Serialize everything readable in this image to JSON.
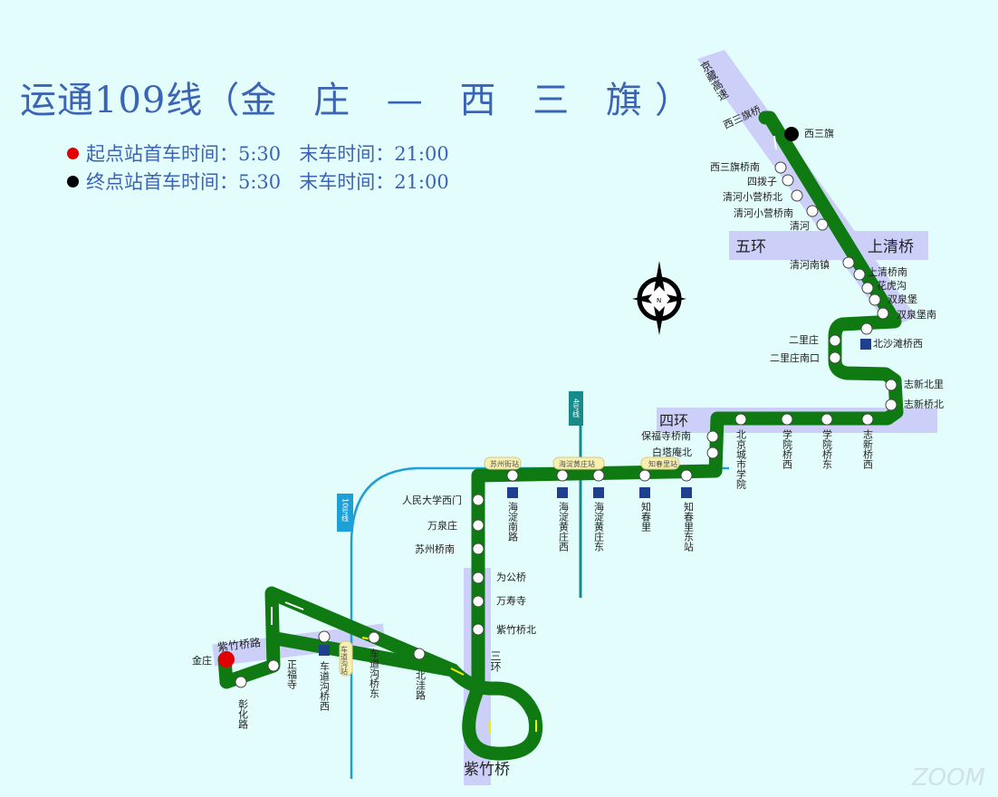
{
  "title": {
    "route": "运通109线",
    "paren_open": "（",
    "terminals": "金 庄 — 西 三 旗",
    "paren_close": "）"
  },
  "schedule": {
    "start_label": "起点站首车时间：5:30",
    "start_last": "末车时间：21:00",
    "end_label": "终点站首车时间：5:30",
    "end_last": "末车时间：21:00",
    "start_color": "#e00000",
    "end_color": "#000000"
  },
  "terminals": {
    "start": "金庄",
    "end": "西三旗"
  },
  "stops": {
    "xisanqiqiao": "西三旗桥",
    "xisanqiqiaonan": "西三旗桥南",
    "sibozi": "四拨子",
    "qinghexiaoyingqiaobei": "清河小营桥北",
    "qinghexiaoyingqiaonan": "清河小营桥南",
    "qinghe": "清河",
    "qinghenanzhen": "清河南镇",
    "shangqingqiaonan": "上清桥南",
    "huahugou": "花虎沟",
    "shuangquanbao": "双泉堡",
    "shuangquanbaonan": "双泉堡南",
    "beishatanqiaoxi": "北沙滩桥西",
    "erlizhuang": "二里庄",
    "erlizhuangnankou": "二里庄南口",
    "zhixinbeili": "志新北里",
    "zhixinqiaobei": "志新桥北",
    "zhixinqiaoxi": "志新桥西",
    "xueyuanqiaodong": "学院桥东",
    "xueyuanqiaoxi": "学院桥西",
    "bjcityuniv": "北京城市学院",
    "baofusiqiaonan": "保福寺桥南",
    "baitaanbei": "白塔庵北",
    "zhichunlidongzhan": "知春里东站",
    "zhichunli": "知春里",
    "haidianhuangzhuangdong": "海淀黄庄东",
    "haidianhuangzhuangxi": "海淀黄庄西",
    "haidiannanlu": "海淀南路",
    "renmindaxuexi": "人民大学西门",
    "wanquanzhuang": "万泉庄",
    "suzhouqiaonan": "苏州桥南",
    "weigongqiao": "为公桥",
    "wanshousi": "万寿寺",
    "zizhuqiaobei": "紫竹桥北",
    "beiwalu": "北洼路",
    "chedaogouqiaodong": "车道沟桥东",
    "chedaogouqiaoxi": "车道沟桥西",
    "zhengfusi": "正福寺",
    "zhanghualu": "彰化路"
  },
  "roads": {
    "jingzang": "京藏高速",
    "wuhuan": "五环",
    "shangqingqiao": "上清桥",
    "sihuan": "四环",
    "sanhuan": "三环",
    "zizhuqiao": "紫竹桥",
    "zizhuqiaolu": "紫竹桥路"
  },
  "metro": {
    "line4": "4号线",
    "line10": "10号线",
    "suzhoujie": "苏州街站",
    "haidianhuangzhuang": "海淀黄庄站",
    "zhichunli": "知春里站",
    "chedaogou": "车道沟站"
  },
  "compass": {
    "label": "N"
  },
  "watermark": "ZOOM",
  "colors": {
    "background": "#e3fdfd",
    "route": "#0f7a12",
    "road_band": "#c8c8f8",
    "metro": "#1ca0d6",
    "metro_line4": "#178a8a",
    "label": "#222222",
    "title": "#3b64b4"
  }
}
